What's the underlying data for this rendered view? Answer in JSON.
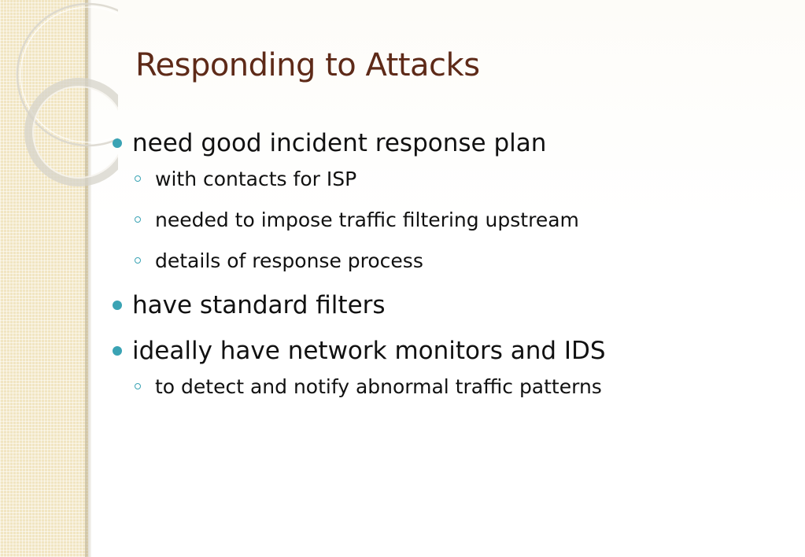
{
  "slide": {
    "title": "Responding to Attacks",
    "bullets": [
      {
        "text": "need good incident response plan",
        "sub": [
          "with contacts for ISP",
          "needed to impose traffic filtering upstream",
          "details of response process"
        ]
      },
      {
        "text": "have standard filters",
        "sub": []
      },
      {
        "text": "ideally have network monitors and IDS",
        "sub": [
          "to detect and notify abnormal traffic patterns"
        ]
      }
    ]
  },
  "colors": {
    "title": "#5e2a18",
    "bullet": "#3aa3b4",
    "strip": "#f1e5c2"
  },
  "icons": {
    "level1_bullet": "filled-circle",
    "level2_bullet": "hollow-circle"
  }
}
